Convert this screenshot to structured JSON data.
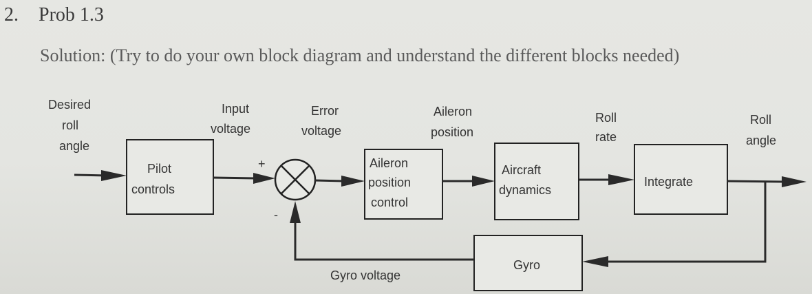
{
  "header": {
    "problem_number": "2.",
    "problem_title": "Prob 1.3",
    "solution_text": "Solution: (Try to do your own block diagram and understand the different blocks needed)"
  },
  "diagram": {
    "blocks": {
      "pilot_controls": [
        "Pilot",
        "controls"
      ],
      "aileron_position_control": [
        "Aileron",
        "position",
        "control"
      ],
      "aircraft_dynamics": [
        "Aircraft",
        "dynamics"
      ],
      "integrate": [
        "Integrate"
      ],
      "gyro": [
        "Gyro"
      ]
    },
    "signals": {
      "desired_roll_angle": [
        "Desired",
        "roll",
        "angle"
      ],
      "input_voltage": [
        "Input",
        "voltage"
      ],
      "error_voltage": [
        "Error",
        "voltage"
      ],
      "aileron_position": [
        "Aileron",
        "position"
      ],
      "roll_rate": [
        "Roll",
        "rate"
      ],
      "roll_angle": [
        "Roll",
        "angle"
      ],
      "gyro_voltage": "Gyro voltage"
    },
    "summing_junction": {
      "plus_sign": "+",
      "minus_sign": "-"
    }
  }
}
